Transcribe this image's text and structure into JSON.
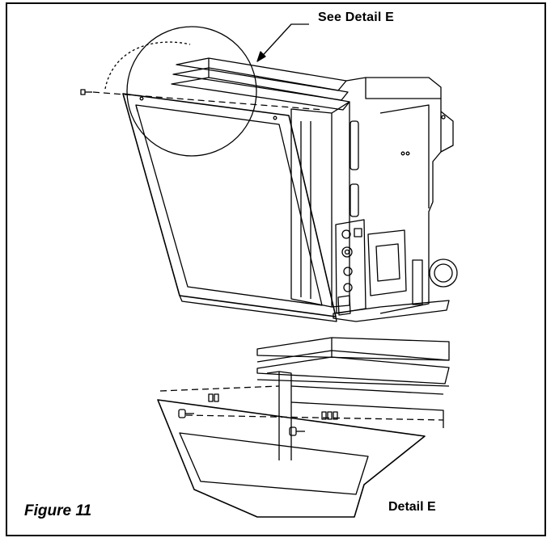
{
  "callout_text": "See Detail E",
  "figure_label": "Figure 11",
  "detail_label": "Detail E"
}
